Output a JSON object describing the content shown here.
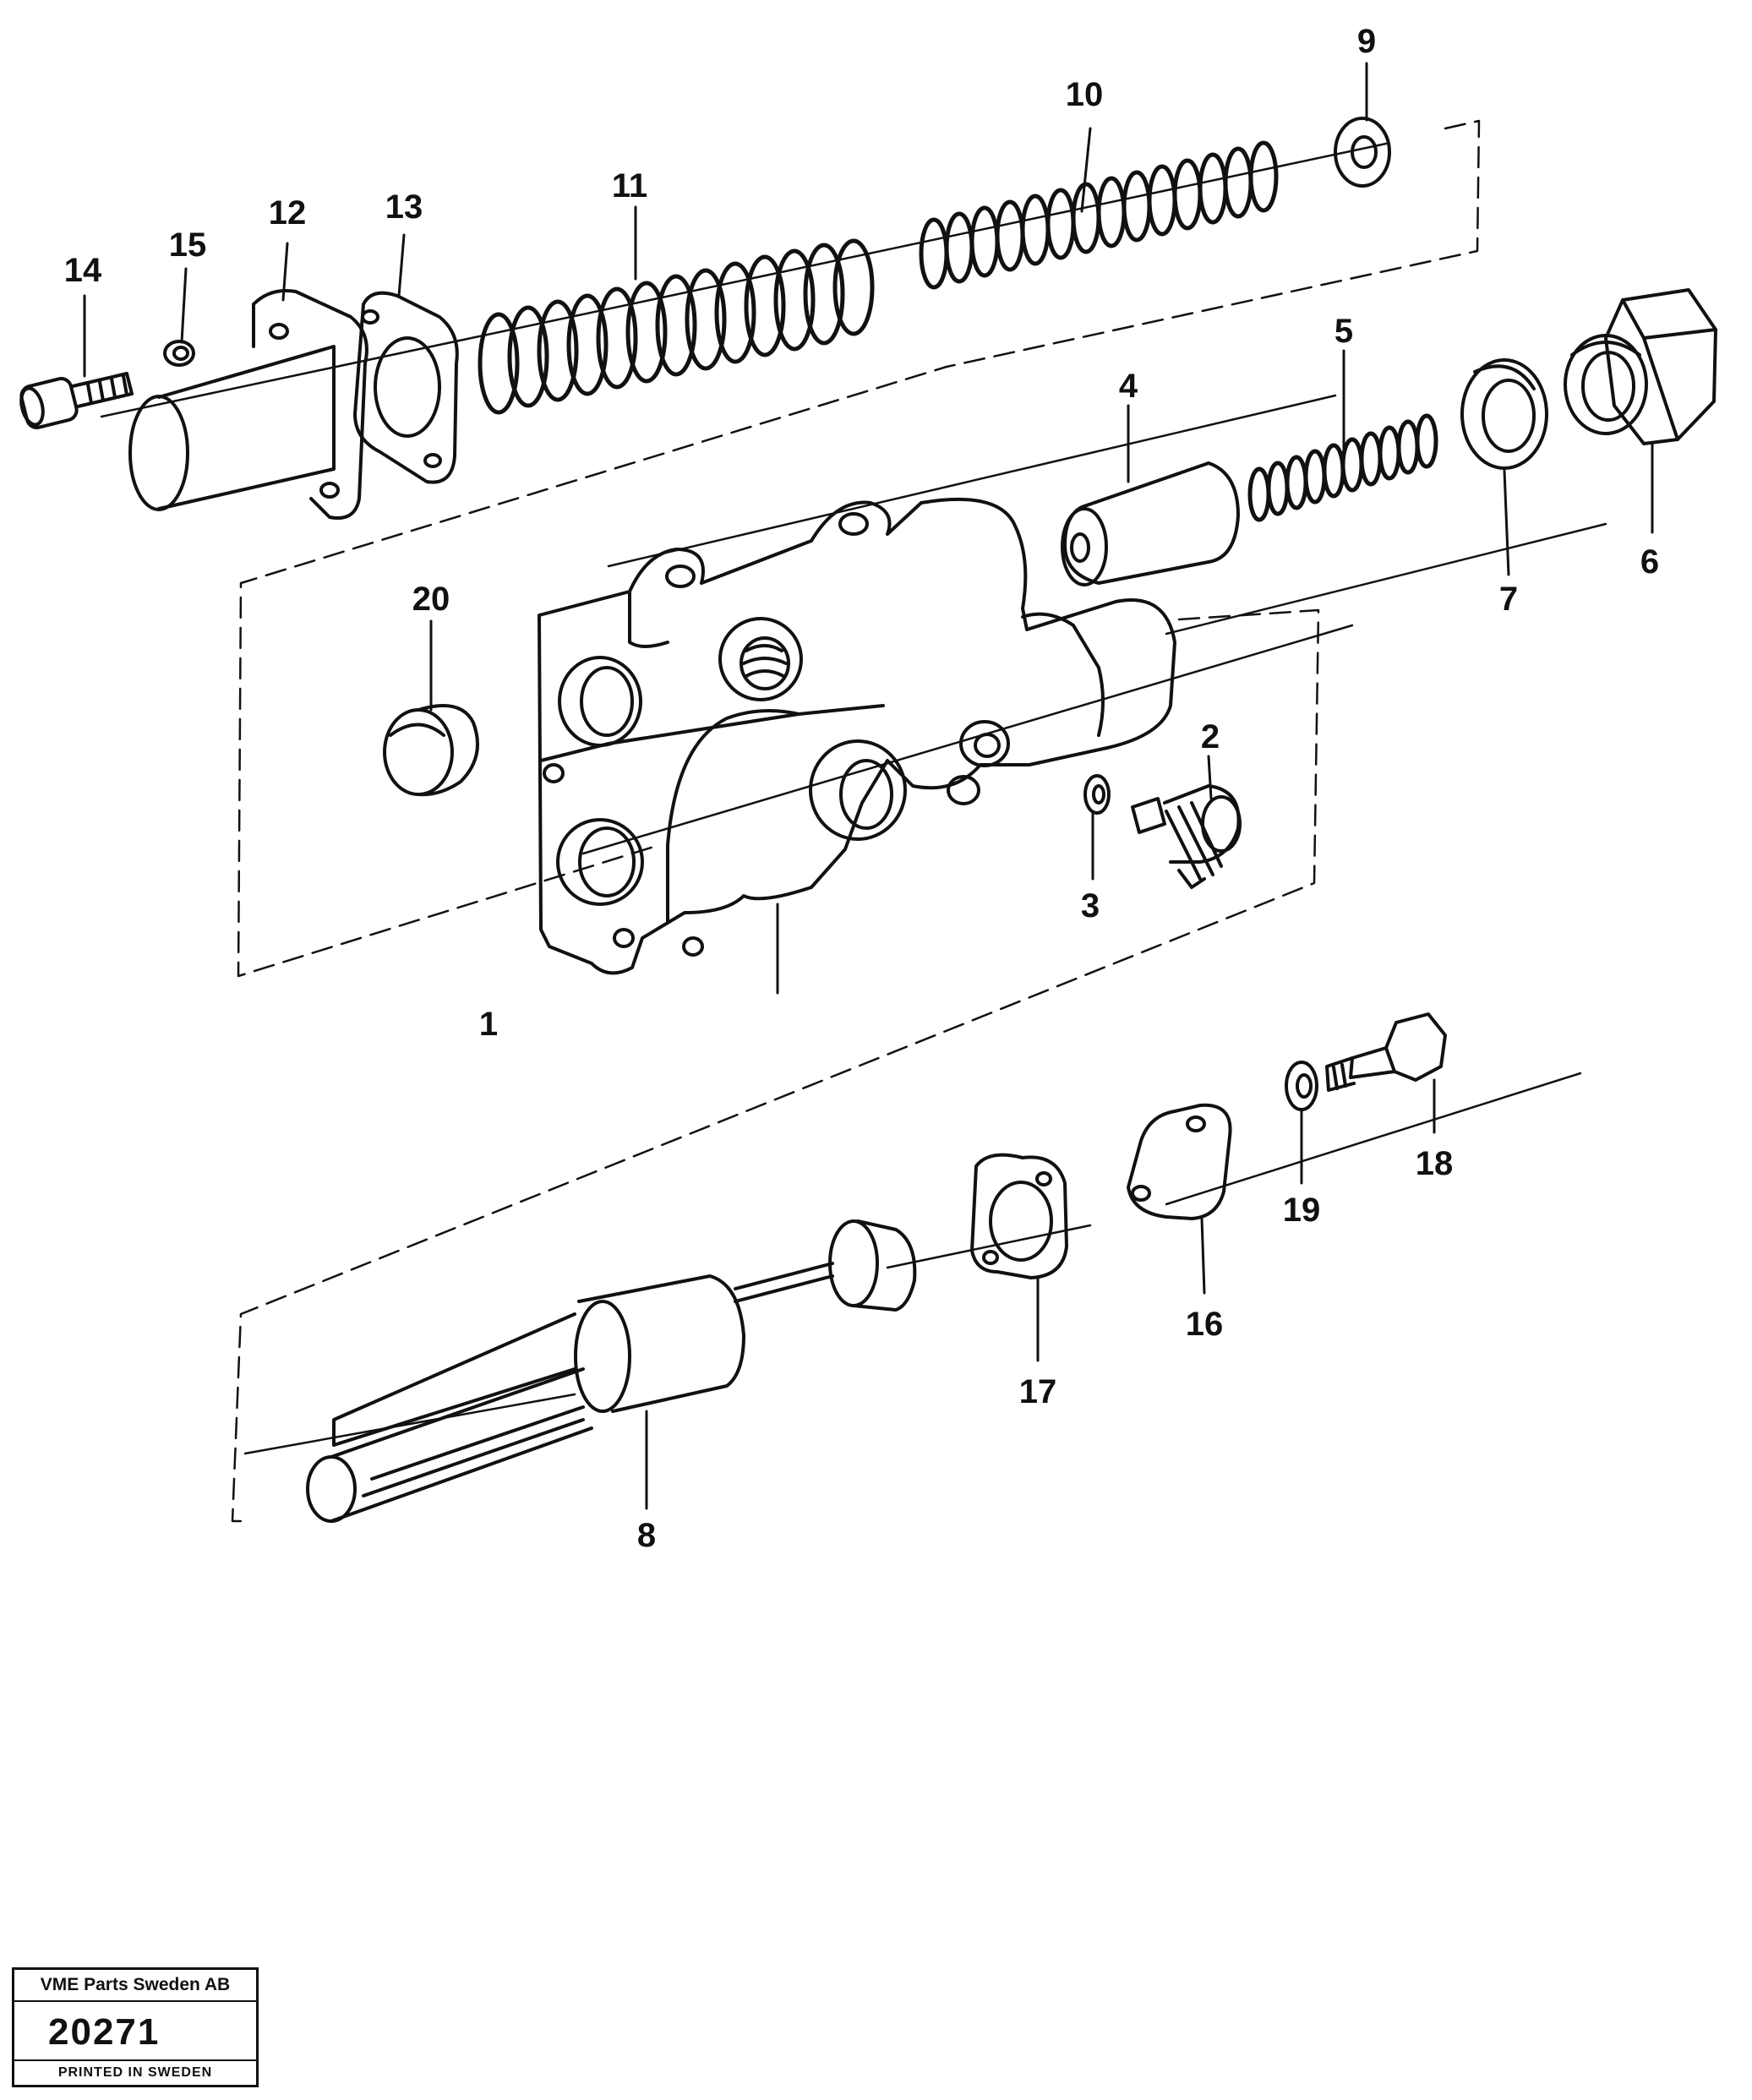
{
  "diagram": {
    "callouts": [
      "1",
      "2",
      "3",
      "4",
      "5",
      "6",
      "7",
      "8",
      "9",
      "10",
      "11",
      "12",
      "13",
      "14",
      "15",
      "16",
      "17",
      "18",
      "19",
      "20"
    ]
  },
  "stamp": {
    "company": "VME Parts Sweden AB",
    "number": "20271",
    "printed": "PRINTED IN SWEDEN"
  }
}
